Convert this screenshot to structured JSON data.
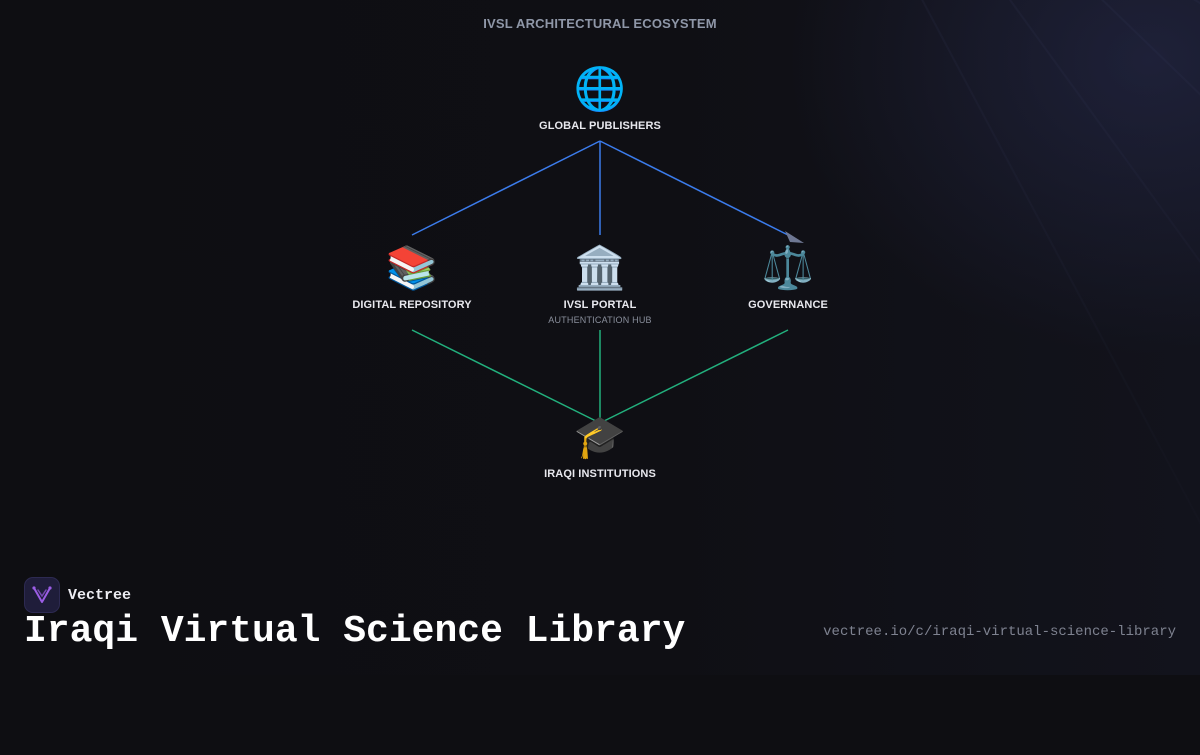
{
  "diagram": {
    "title": "IVSL ARCHITECTURAL ECOSYSTEM",
    "nodes": {
      "publishers": {
        "icon": "🌐",
        "icon_name": "globe-icon",
        "label": "GLOBAL PUBLISHERS"
      },
      "repository": {
        "icon": "📚",
        "icon_name": "books-icon",
        "label": "DIGITAL REPOSITORY"
      },
      "portal": {
        "icon": "🏛️",
        "icon_name": "classical-building-icon",
        "label": "IVSL PORTAL",
        "sublabel": "AUTHENTICATION HUB"
      },
      "governance": {
        "icon": "⚖️",
        "icon_name": "balance-scale-icon",
        "label": "GOVERNANCE"
      },
      "institutions": {
        "icon": "🎓",
        "icon_name": "graduation-cap-icon",
        "label": "IRAQI INSTITUTIONS"
      }
    },
    "edges": [
      {
        "from": "publishers",
        "to": "repository",
        "color": "#3b7bea"
      },
      {
        "from": "publishers",
        "to": "portal",
        "color": "#3b7bea"
      },
      {
        "from": "publishers",
        "to": "governance",
        "color": "#3b7bea"
      },
      {
        "from": "repository",
        "to": "institutions",
        "color": "#22b07d"
      },
      {
        "from": "portal",
        "to": "institutions",
        "color": "#22b07d"
      },
      {
        "from": "governance",
        "to": "institutions",
        "color": "#22b07d"
      }
    ]
  },
  "brand": {
    "name": "Vectree",
    "logo_icon": "vectree-logo-icon",
    "accent": "#9b5de5"
  },
  "footer": {
    "title": "Iraqi Virtual Science Library",
    "url": "vectree.io/c/iraqi-virtual-science-library"
  }
}
